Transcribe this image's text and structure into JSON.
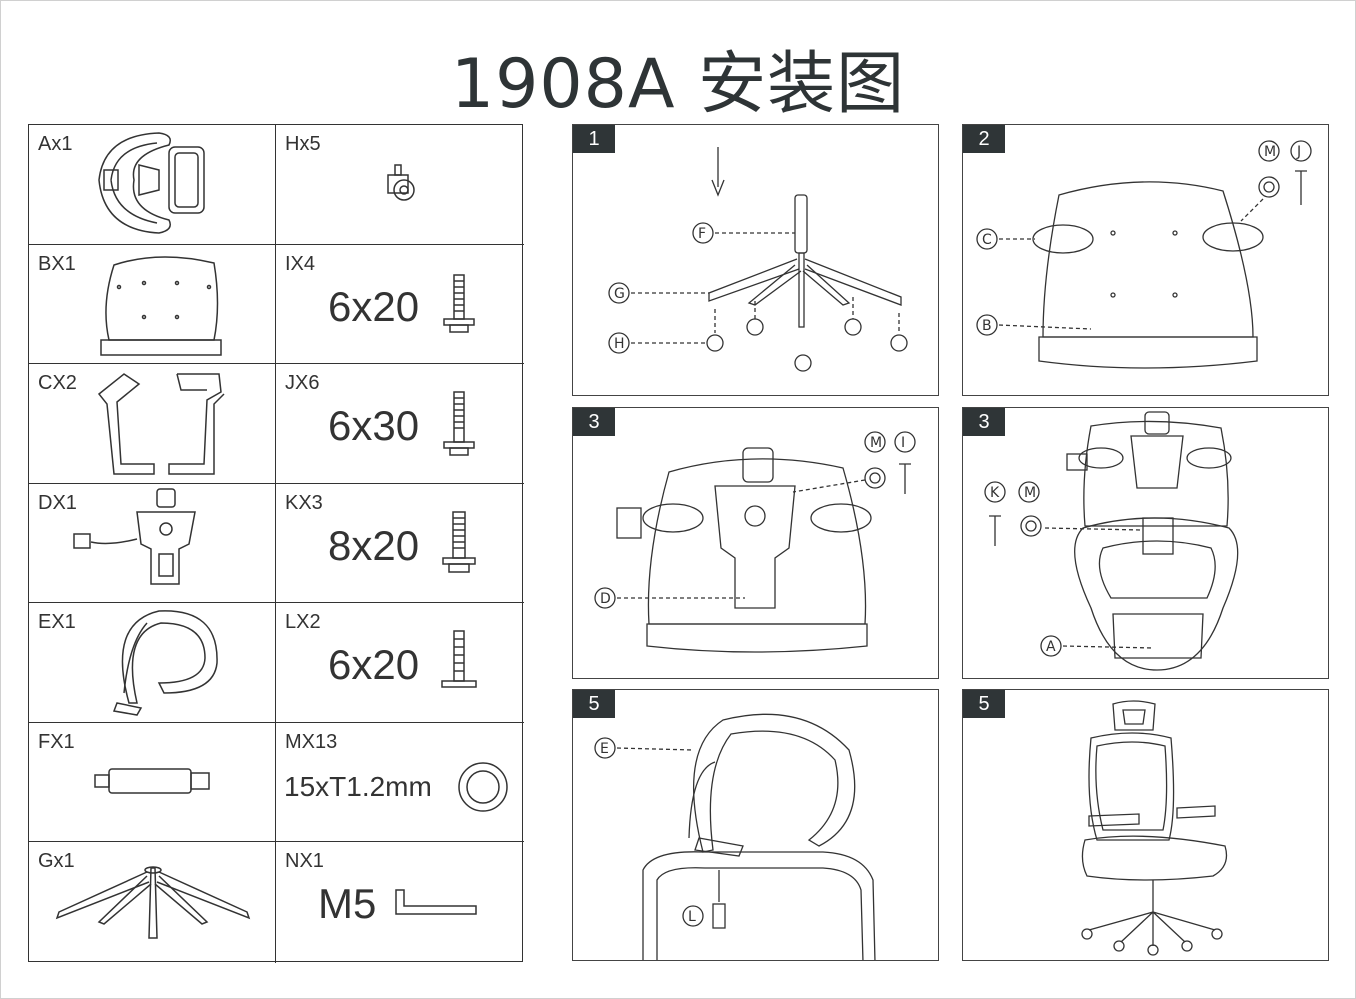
{
  "title": "1908A 安装图",
  "parts": [
    {
      "label": "Ax1",
      "spec": ""
    },
    {
      "label": "Hx5",
      "spec": ""
    },
    {
      "label": "BX1",
      "spec": ""
    },
    {
      "label": "IX4",
      "spec": "6x20"
    },
    {
      "label": "CX2",
      "spec": ""
    },
    {
      "label": "JX6",
      "spec": "6x30"
    },
    {
      "label": "DX1",
      "spec": ""
    },
    {
      "label": "KX3",
      "spec": "8x20"
    },
    {
      "label": "EX1",
      "spec": ""
    },
    {
      "label": "LX2",
      "spec": "6x20"
    },
    {
      "label": "FX1",
      "spec": ""
    },
    {
      "label": "MX13",
      "spec": "15xT1.2mm"
    },
    {
      "label": "Gx1",
      "spec": ""
    },
    {
      "label": "NX1",
      "spec": "M5"
    }
  ],
  "steps": [
    {
      "number": "1",
      "callouts": [
        "F",
        "G",
        "H"
      ]
    },
    {
      "number": "2",
      "callouts": [
        "M",
        "J",
        "C",
        "B"
      ]
    },
    {
      "number": "3",
      "callouts": [
        "M",
        "I",
        "D"
      ]
    },
    {
      "number": "3",
      "callouts": [
        "K",
        "M",
        "A"
      ]
    },
    {
      "number": "5",
      "callouts": [
        "E",
        "L"
      ]
    },
    {
      "number": "5",
      "callouts": []
    }
  ]
}
